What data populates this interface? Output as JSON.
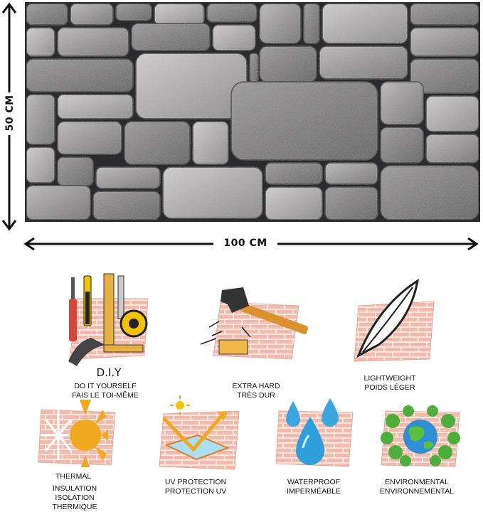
{
  "dimensions": {
    "height_label": "50 CM",
    "width_label": "100 CM"
  },
  "features": [
    {
      "id": "diy",
      "title": "D.I.Y",
      "line1": "DO IT YOURSELF",
      "line2": "FAIS LE TOI-MÊME",
      "icon": "tools-icon"
    },
    {
      "id": "hard",
      "line1": "EXTRA HARD",
      "line2": "TRÈS DUR",
      "icon": "hammer-icon"
    },
    {
      "id": "light",
      "line1": "LIGHTWEIGHT",
      "line2": "POIDS LÉGER",
      "icon": "feather-icon"
    },
    {
      "id": "thermal",
      "line1": "THERMAL",
      "line2": "INSULATION",
      "line3": "ISOLATION",
      "line4": "THERMIQUE",
      "icon": "sun-snowflake-icon"
    },
    {
      "id": "uv",
      "line1": "UV PROTECTION",
      "line2": "PROTECTION UV",
      "icon": "uv-shield-icon"
    },
    {
      "id": "water",
      "line1": "WATERPROOF",
      "line2": "IMPERMÉABLE",
      "icon": "water-drops-icon"
    },
    {
      "id": "env",
      "line1": "ENVIRONMENTAL",
      "line2": "ENVIRONNEMENTAL",
      "icon": "earth-trees-icon"
    }
  ],
  "colors": {
    "stone_dark": "#2b2b2d",
    "stone_mid": "#7a7879",
    "stone_light": "#b9b7b8",
    "brick": "#f2b9ad",
    "brick_mortar": "#fbe6e0",
    "arrow": "#111111"
  }
}
